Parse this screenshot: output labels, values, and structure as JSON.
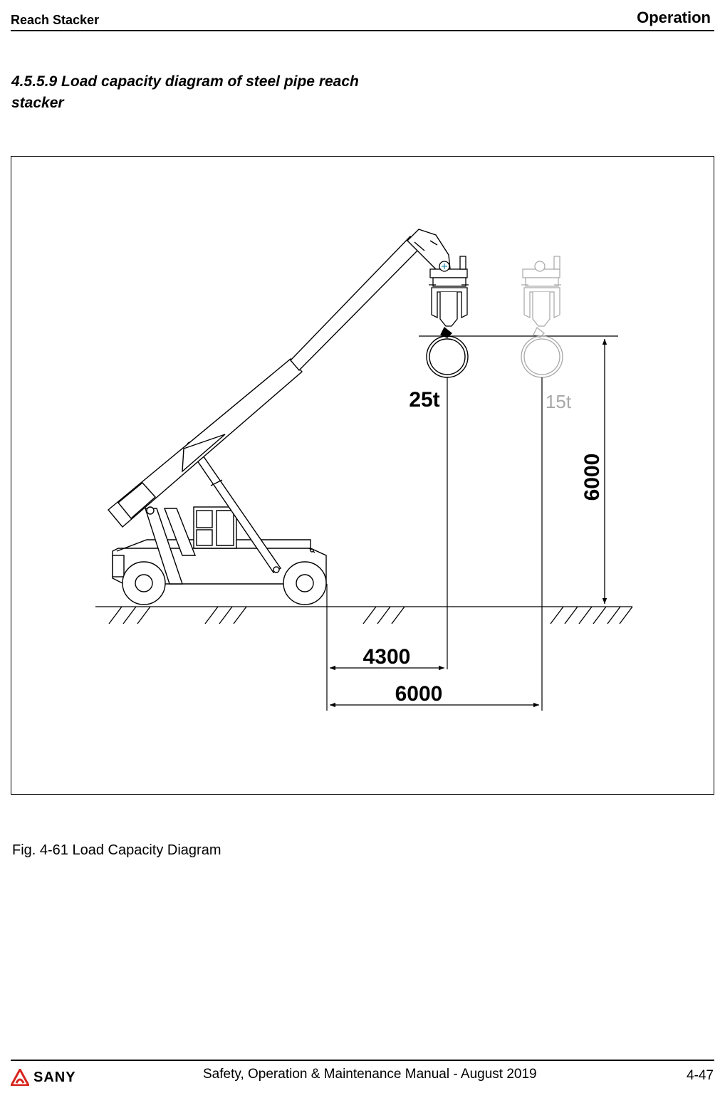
{
  "header": {
    "left": "Reach Stacker",
    "right": "Operation"
  },
  "section": {
    "title": "4.5.5.9 Load capacity diagram of steel pipe reach stacker"
  },
  "figure": {
    "load_primary": "25t",
    "load_secondary": "15t",
    "height_dim": "6000",
    "reach_primary": "4300",
    "reach_secondary": "6000"
  },
  "caption": "Fig. 4-61 Load Capacity Diagram",
  "footer": {
    "brand": "SANY",
    "center": "Safety, Operation & Maintenance Manual - August 2019",
    "page": "4-47"
  },
  "colors": {
    "brand_red": "#d7261e",
    "ghost_gray": "#a8a8a8"
  }
}
